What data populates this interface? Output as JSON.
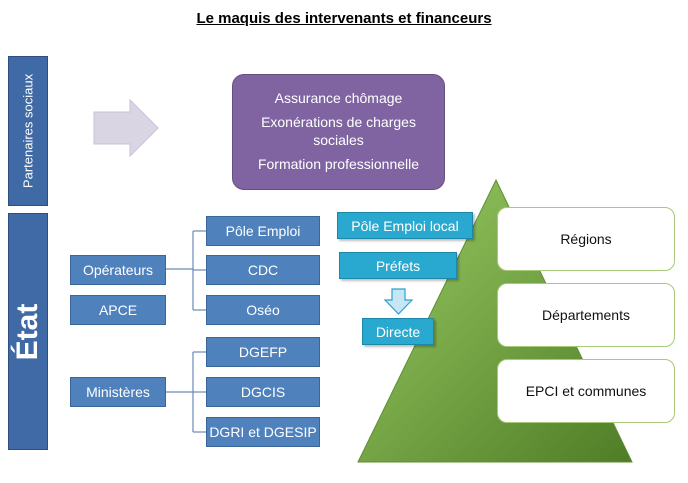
{
  "title": "Le maquis des intervenants et financeurs",
  "partenaires": {
    "label": "Partenaires sociaux",
    "items": [
      "Assurance chômage",
      "Exonérations de charges sociales",
      "Formation professionnelle"
    ]
  },
  "etat": {
    "label": "État",
    "operateurs": "Opérateurs",
    "apce": "APCE",
    "ministeres": "Ministères",
    "operateur_items": [
      "Pôle Emploi",
      "CDC",
      "Oséo"
    ],
    "ministere_items": [
      "DGEFP",
      "DGCIS",
      "DGRI et DGESIP"
    ]
  },
  "local": {
    "pole_emploi_local": "Pôle Emploi local",
    "prefets": "Préfets",
    "directe": "Directe"
  },
  "pyramid": {
    "levels": [
      "Régions",
      "Départements",
      "EPCI et communes"
    ]
  },
  "colors": {
    "bar_blue": "#3f6aa6",
    "box_blue": "#4f81bd",
    "purple": "#8064a2",
    "cyan": "#29a9d0",
    "pyramid_green": "#79a845"
  }
}
